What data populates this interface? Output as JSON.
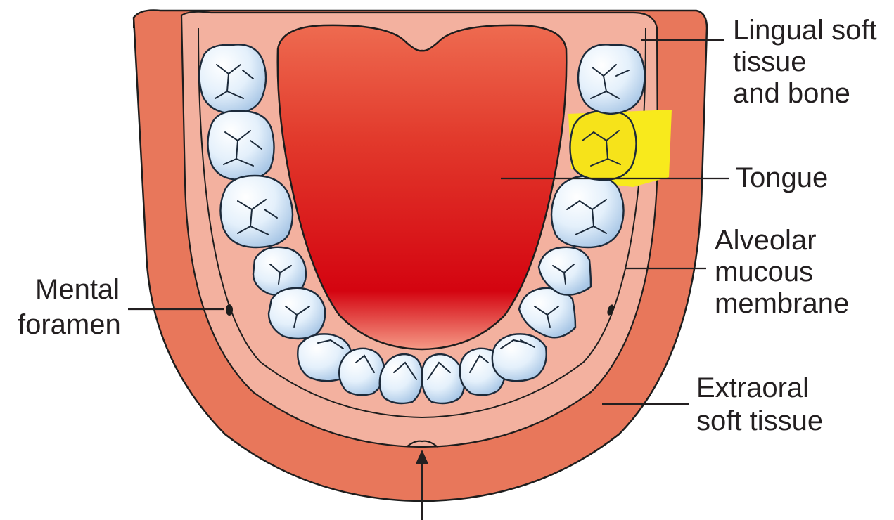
{
  "diagram": {
    "labels": {
      "lingual": [
        "Lingual soft",
        "tissue",
        "and bone"
      ],
      "tongue": "Tongue",
      "alveolar": [
        "Alveolar",
        "mucous",
        "membrane"
      ],
      "mental": [
        "Mental",
        "foramen"
      ],
      "extraoral": [
        "Extraoral",
        "soft tissue"
      ]
    },
    "colors": {
      "outer_tissue": "#e8765a",
      "bone_band": "#f3b09e",
      "tongue_light": "#ee6a4c",
      "tongue_dark": "#d90511",
      "tooth_light": "#ffffff",
      "tooth_shade": "#bcd6ee",
      "highlight": "#f8ea1c"
    }
  }
}
